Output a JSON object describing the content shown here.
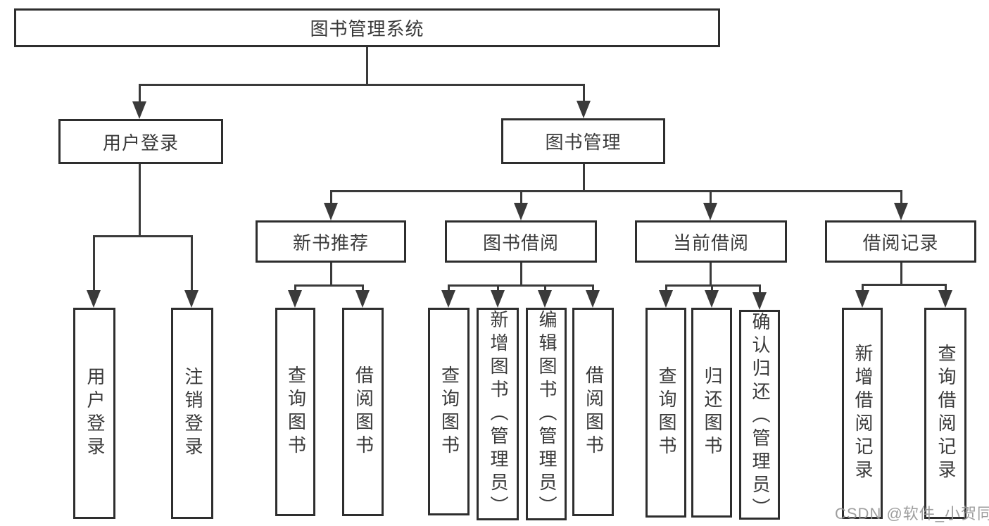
{
  "diagram_title": "图书管理系统",
  "tree": {
    "root": {
      "label": "图书管理系统",
      "children": [
        {
          "label": "用户登录",
          "children": [
            {
              "label": "用户登录"
            },
            {
              "label": "注销登录"
            }
          ]
        },
        {
          "label": "图书管理",
          "children": [
            {
              "label": "新书推荐",
              "children": [
                {
                  "label": "查询图书"
                },
                {
                  "label": "借阅图书"
                }
              ]
            },
            {
              "label": "图书借阅",
              "children": [
                {
                  "label": "查询图书"
                },
                {
                  "label": "新增图书（管理员）"
                },
                {
                  "label": "编辑图书（管理员）"
                },
                {
                  "label": "借阅图书"
                }
              ]
            },
            {
              "label": "当前借阅",
              "children": [
                {
                  "label": "查询图书"
                },
                {
                  "label": "归还图书"
                },
                {
                  "label": "确认归还（管理员）"
                }
              ]
            },
            {
              "label": "借阅记录",
              "children": [
                {
                  "label": "新增借阅记录"
                },
                {
                  "label": "查询借阅记录"
                }
              ]
            }
          ]
        }
      ]
    }
  },
  "colors": {
    "box_border": "#2e2e2e",
    "connector": "#3a3a3a",
    "text": "#3a3a3a",
    "watermark": "#949494"
  },
  "watermark_text": "CSDN @软件_小贺同学"
}
